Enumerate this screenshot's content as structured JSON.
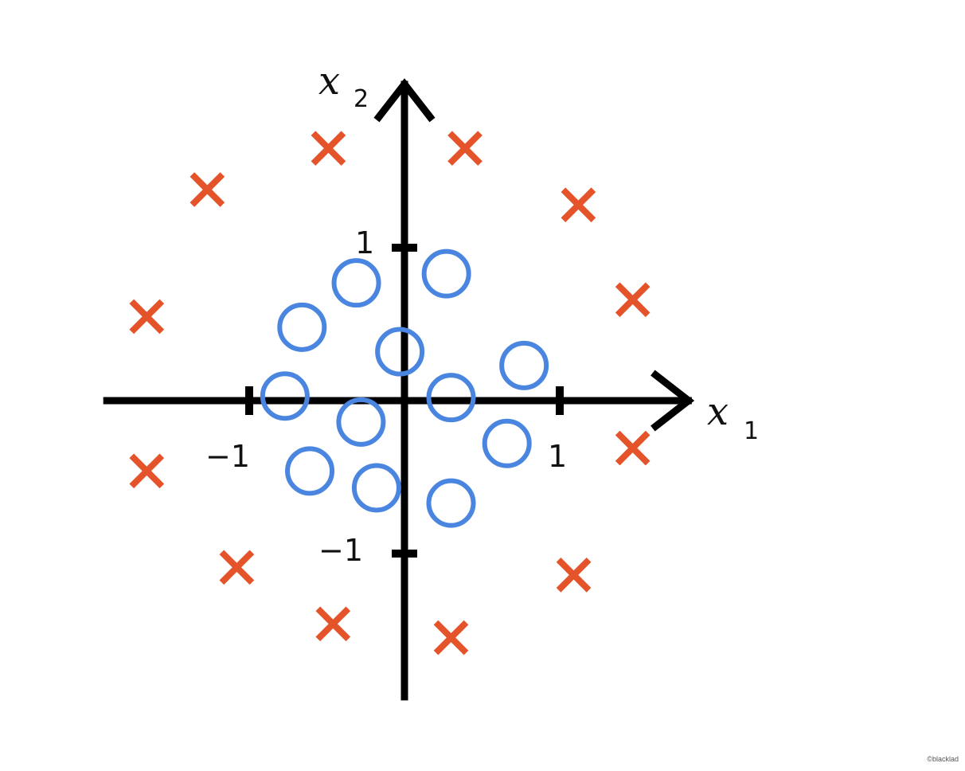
{
  "chart_data": {
    "type": "scatter",
    "title": "",
    "xlabel": "x",
    "xlabel_sub": "1",
    "ylabel": "x",
    "ylabel_sub": "2",
    "xlim": [
      -1.94,
      1.83
    ],
    "ylim": [
      -1.96,
      2.07
    ],
    "tick_labels": {
      "x_neg": "−1",
      "x_pos": "1",
      "y_neg": "−1",
      "y_pos": "1"
    },
    "colors": {
      "circle": "#4a86e0",
      "cross": "#e4532a",
      "axis": "#000000"
    },
    "series": [
      {
        "name": "circle",
        "marker": "o",
        "points": [
          [
            -0.31,
            0.77
          ],
          [
            0.27,
            0.83
          ],
          [
            -0.66,
            0.48
          ],
          [
            -0.03,
            0.32
          ],
          [
            0.77,
            0.23
          ],
          [
            -0.77,
            0.03
          ],
          [
            0.3,
            0.02
          ],
          [
            -0.28,
            -0.14
          ],
          [
            0.66,
            -0.28
          ],
          [
            -0.61,
            -0.46
          ],
          [
            -0.18,
            -0.57
          ],
          [
            0.3,
            -0.67
          ]
        ]
      },
      {
        "name": "cross",
        "marker": "x",
        "points": [
          [
            -0.49,
            1.65
          ],
          [
            0.39,
            1.65
          ],
          [
            -1.27,
            1.38
          ],
          [
            1.12,
            1.28
          ],
          [
            -1.66,
            0.55
          ],
          [
            1.47,
            0.66
          ],
          [
            -1.66,
            -0.46
          ],
          [
            1.47,
            -0.31
          ],
          [
            -1.08,
            -1.09
          ],
          [
            1.09,
            -1.14
          ],
          [
            -0.46,
            -1.46
          ],
          [
            0.3,
            -1.55
          ]
        ]
      }
    ]
  },
  "watermark": "©blacklad"
}
